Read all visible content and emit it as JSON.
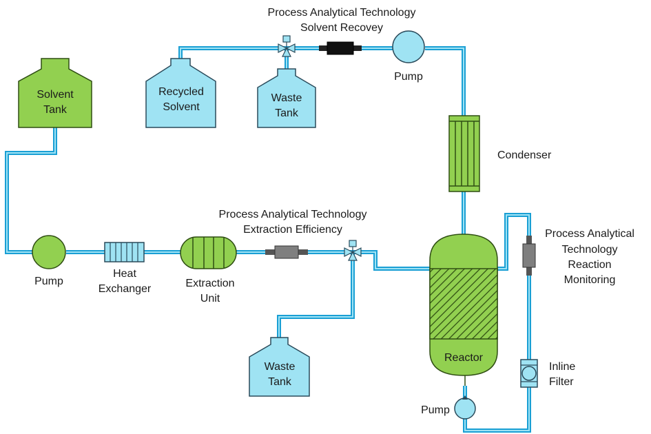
{
  "labels": {
    "pat_recovery_line1": "Process Analytical Technology",
    "pat_recovery_line2": "Solvent Recovey",
    "pump_top": "Pump",
    "recycled_line1": "Recycled",
    "recycled_line2": "Solvent",
    "waste_top_line1": "Waste",
    "waste_top_line2": "Tank",
    "solvent_line1": "Solvent",
    "solvent_line2": "Tank",
    "condenser": "Condenser",
    "pat_extraction_line1": "Process Analytical Technology",
    "pat_extraction_line2": "Extraction Efficiency",
    "pump_left": "Pump",
    "heat_line1": "Heat",
    "heat_line2": "Exchanger",
    "extraction_line1": "Extraction",
    "extraction_line2": "Unit",
    "reactor": "Reactor",
    "pat_monitor_line1": "Process Analytical",
    "pat_monitor_line2": "Technology",
    "pat_monitor_line3": "Reaction",
    "pat_monitor_line4": "Monitoring",
    "inline_line1": "Inline",
    "inline_line2": "Filter",
    "waste_bottom_line1": "Waste",
    "waste_bottom_line2": "Tank",
    "pump_bottom": "Pump"
  },
  "colors": {
    "pipe": "#1a9fd4",
    "equipment_green": "#92d050",
    "equipment_blue": "#9fe3f3",
    "sensor_gray": "#7f7f7f"
  }
}
